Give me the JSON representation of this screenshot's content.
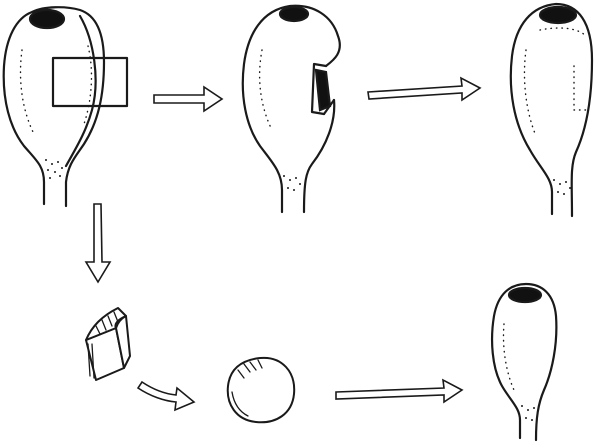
{
  "diagram": {
    "steps": [
      {
        "id": "intact-organism-marked"
      },
      {
        "id": "organism-with-window-removed"
      },
      {
        "id": "organism-regenerated-wall"
      },
      {
        "id": "excised-tissue-piece"
      },
      {
        "id": "rounded-tissue-piece"
      },
      {
        "id": "new-small-organism"
      }
    ],
    "connections": [
      {
        "from": "intact-organism-marked",
        "to": "organism-with-window-removed"
      },
      {
        "from": "organism-with-window-removed",
        "to": "organism-regenerated-wall"
      },
      {
        "from": "intact-organism-marked",
        "to": "excised-tissue-piece"
      },
      {
        "from": "excised-tissue-piece",
        "to": "rounded-tissue-piece"
      },
      {
        "from": "rounded-tissue-piece",
        "to": "new-small-organism"
      }
    ],
    "colors": {
      "ink": "#1a1a1a",
      "paper": "#ffffff"
    }
  }
}
